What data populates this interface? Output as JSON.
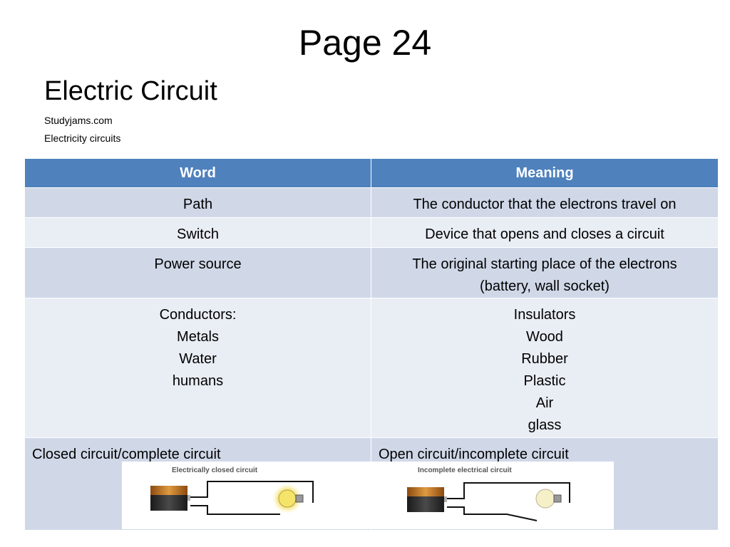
{
  "page_title": "Page 24",
  "subtitle": "Electric Circuit",
  "notes": [
    "Studyjams.com",
    "Electricity circuits"
  ],
  "table": {
    "headers": [
      "Word",
      "Meaning"
    ],
    "rows": [
      {
        "word": [
          "Path"
        ],
        "meaning": [
          "The conductor that the electrons travel on"
        ]
      },
      {
        "word": [
          "Switch"
        ],
        "meaning": [
          "Device that opens and closes a circuit"
        ]
      },
      {
        "word": [
          "Power source"
        ],
        "meaning": [
          "The original starting place of the electrons",
          "(battery, wall socket)"
        ]
      },
      {
        "word": [
          "Conductors:",
          "Metals",
          "Water",
          "humans"
        ],
        "meaning": [
          "Insulators",
          "Wood",
          "Rubber",
          "Plastic",
          "Air",
          "glass"
        ]
      },
      {
        "word": [
          "Closed circuit/complete circuit"
        ],
        "meaning": [
          "Open circuit/incomplete circuit"
        ]
      }
    ]
  },
  "diagrams": {
    "closed_caption": "Electrically closed circuit",
    "open_caption": "Incomplete electrical circuit"
  },
  "colors": {
    "header": "#4f81bd",
    "row_dark": "#d0d8e8",
    "row_light": "#e9edf4"
  }
}
